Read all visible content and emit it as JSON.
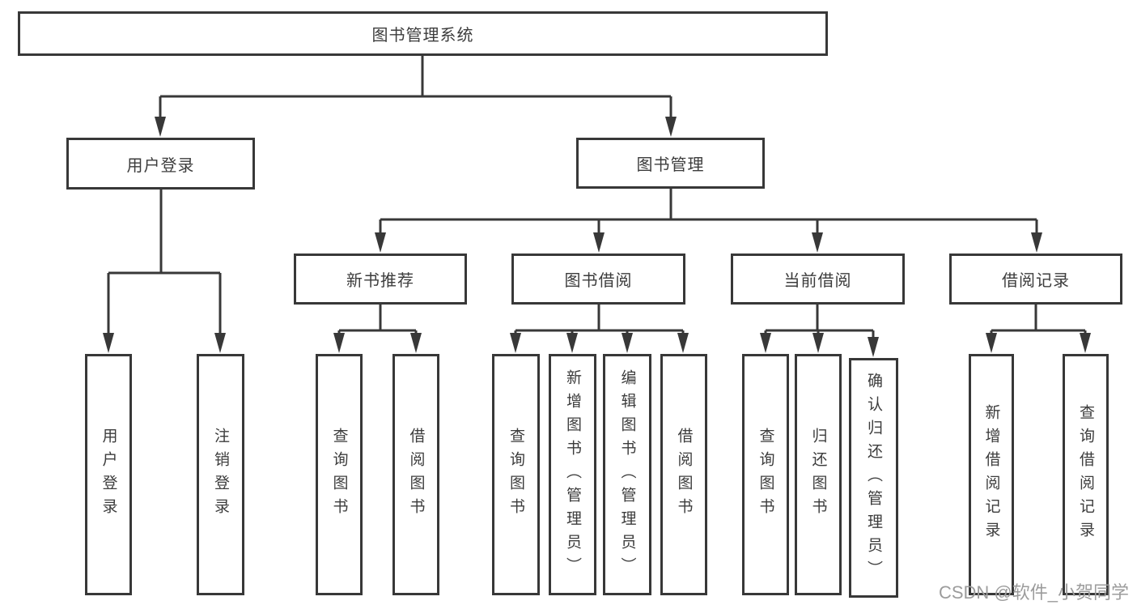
{
  "diagram": {
    "root": {
      "label": "图书管理系统"
    },
    "branches": [
      {
        "label": "用户登录",
        "children": [
          {
            "label": "用户登录"
          },
          {
            "label": "注销登录"
          }
        ]
      },
      {
        "label": "图书管理",
        "children": [
          {
            "label": "新书推荐",
            "children": [
              {
                "label": "查询图书"
              },
              {
                "label": "借阅图书"
              }
            ]
          },
          {
            "label": "图书借阅",
            "children": [
              {
                "label": "查询图书"
              },
              {
                "label": "新增图书（管理员）"
              },
              {
                "label": "编辑图书（管理员）"
              },
              {
                "label": "借阅图书"
              }
            ]
          },
          {
            "label": "当前借阅",
            "children": [
              {
                "label": "查询图书"
              },
              {
                "label": "归还图书"
              },
              {
                "label": "确认归还（管理员）"
              }
            ]
          },
          {
            "label": "借阅记录",
            "children": [
              {
                "label": "新增借阅记录"
              },
              {
                "label": "查询借阅记录"
              }
            ]
          }
        ]
      }
    ],
    "watermark": "CSDN @软件_小贺同学",
    "colors": {
      "line": "#383838",
      "text": "#3c3c3c",
      "watermark": "#9c9c9c",
      "background": "#ffffff"
    }
  }
}
